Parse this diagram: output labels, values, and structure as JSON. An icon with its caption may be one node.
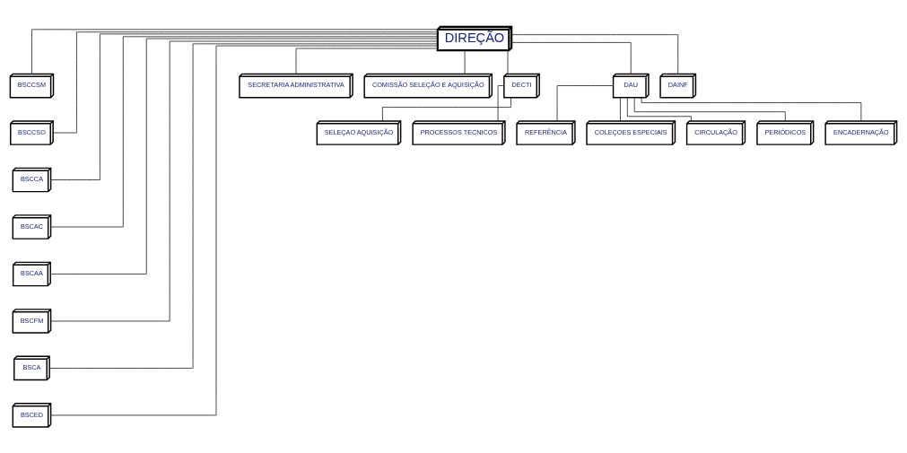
{
  "diagram": {
    "nodes": [
      {
        "text": [
          "DIREÇÃO"
        ]
      },
      {
        "text": [
          "BSCCSM"
        ]
      },
      {
        "text": [
          "BSCCSO"
        ]
      },
      {
        "text": [
          "BSCCA"
        ]
      },
      {
        "text": [
          "BSCAC"
        ]
      },
      {
        "text": [
          "BSCAA"
        ]
      },
      {
        "text": [
          "BSCFM"
        ]
      },
      {
        "text": [
          "BSCA"
        ]
      },
      {
        "text": [
          "BSCED"
        ]
      },
      {
        "text": [
          "SECRETARIA ADMINISTRATIVA"
        ]
      },
      {
        "text": [
          "COMISSÃO SELEÇÃO E AQUISIÇÃO"
        ]
      },
      {
        "text": [
          "DECTI"
        ]
      },
      {
        "text": [
          "DAU"
        ]
      },
      {
        "text": [
          "DAINF"
        ]
      },
      {
        "text": [
          "SELEÇAO AQUISIÇÃO"
        ]
      },
      {
        "text": [
          "PROCESSOS TECNICOS"
        ]
      },
      {
        "text": [
          "REFERÊNCIA"
        ]
      },
      {
        "text": [
          "COLEÇOES ESPECIAIS"
        ]
      },
      {
        "text": [
          "CIRCULAÇÃO"
        ]
      },
      {
        "text": [
          "PERIÓDICOS"
        ]
      },
      {
        "text": [
          "ENCADERNAÇÃO"
        ]
      }
    ],
    "edges": [
      {
        "from": 0,
        "to": 1,
        "arrow": "none"
      },
      {
        "from": 0,
        "to": 2,
        "arrow": "none"
      },
      {
        "from": 0,
        "to": 3,
        "arrow": "none"
      },
      {
        "from": 0,
        "to": 4,
        "arrow": "none"
      },
      {
        "from": 0,
        "to": 5,
        "arrow": "none"
      },
      {
        "from": 0,
        "to": 6,
        "arrow": "none"
      },
      {
        "from": 0,
        "to": 7,
        "arrow": "none"
      },
      {
        "from": 0,
        "to": 8,
        "arrow": "none"
      },
      {
        "from": 0,
        "to": 9,
        "arrow": "none"
      },
      {
        "from": 0,
        "to": 10,
        "arrow": "none"
      },
      {
        "from": 0,
        "to": 11,
        "arrow": "none"
      },
      {
        "from": 0,
        "to": 12,
        "arrow": "none"
      },
      {
        "from": 0,
        "to": 13,
        "arrow": "none"
      },
      {
        "from": 11,
        "to": 14,
        "arrow": "none"
      },
      {
        "from": 11,
        "to": 15,
        "arrow": "none"
      },
      {
        "from": 12,
        "to": 16,
        "arrow": "none"
      },
      {
        "from": 12,
        "to": 17,
        "arrow": "none"
      },
      {
        "from": 12,
        "to": 18,
        "arrow": "none"
      },
      {
        "from": 12,
        "to": 19,
        "arrow": "none"
      },
      {
        "from": 12,
        "to": 20,
        "arrow": "none"
      }
    ]
  }
}
